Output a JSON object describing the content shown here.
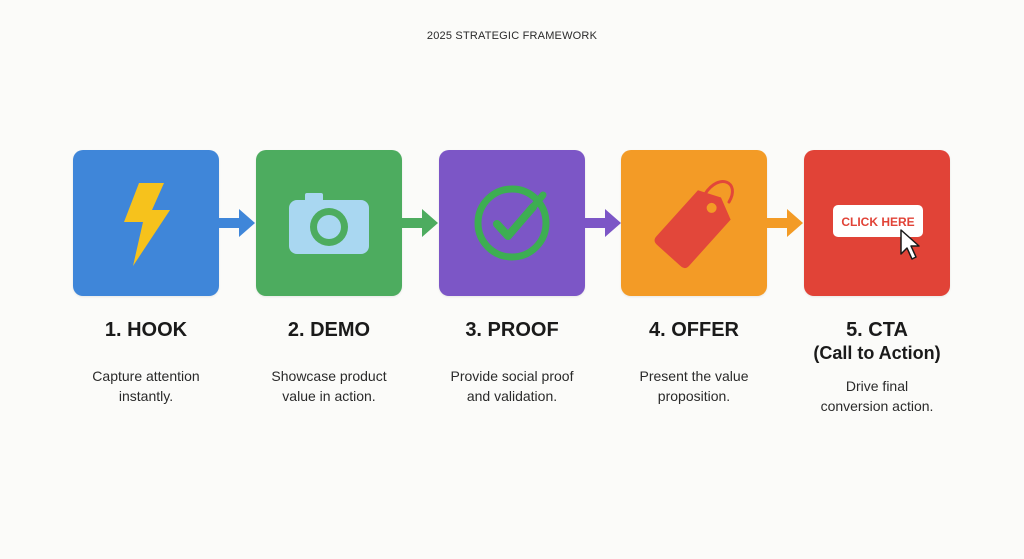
{
  "header": {
    "title": "2025 STRATEGIC FRAMEWORK"
  },
  "steps": [
    {
      "title": "1. HOOK",
      "description_line1": "Capture attention",
      "description_line2": "instantly.",
      "color": "#3f86d9",
      "icon": "lightning-bolt-icon",
      "icon_color": "#f6c21c"
    },
    {
      "title": "2. DEMO",
      "description_line1": "Showcase product",
      "description_line2": "value in action.",
      "color": "#4dac5f",
      "icon": "camera-icon",
      "icon_color": "#a9d7f1"
    },
    {
      "title": "3. PROOF",
      "description_line1": "Provide social proof",
      "description_line2": "and validation.",
      "color": "#7c56c6",
      "icon": "check-circle-icon",
      "icon_color": "#3dae52"
    },
    {
      "title": "4. OFFER",
      "description_line1": "Present the value",
      "description_line2": "proposition.",
      "color": "#f39b26",
      "icon": "price-tag-icon",
      "icon_color": "#e2473a"
    },
    {
      "title": "5. CTA",
      "subtitle": "(Call to Action)",
      "description_line1": "Drive final",
      "description_line2": "conversion action.",
      "color": "#e14337",
      "icon": "click-here-cursor-icon",
      "button_label": "CLICK HERE",
      "icon_color": "#ffffff"
    }
  ],
  "arrow_colors": [
    "#3f86d9",
    "#4dac5f",
    "#7c56c6",
    "#f39b26"
  ]
}
